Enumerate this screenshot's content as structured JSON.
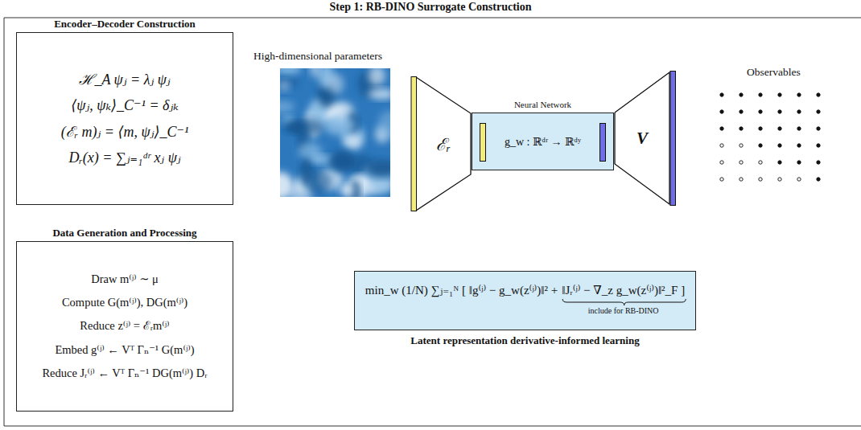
{
  "diagram": {
    "title": "Step 1: RB-DINO Surrogate Construction",
    "nodes": [
      {
        "text": [
          "Encoder–Decoder Construction",
          "ℋ_A ψⱼ = λⱼ ψⱼ",
          "⟨ψⱼ, ψₖ⟩_C⁻¹ = δⱼₖ",
          "(ℰᵣ m)ⱼ = ⟨m, ψⱼ⟩_C⁻¹",
          "Dᵣ(x) = ∑ⱼ₌₁ᵈʳ xⱼ ψⱼ"
        ]
      },
      {
        "text": [
          "Data Generation and Processing",
          "Draw m⁽ʲ⁾ ∼ μ",
          "Compute G(m⁽ʲ⁾), DG(m⁽ʲ⁾)",
          "Reduce z⁽ʲ⁾ = ℰᵣm⁽ʲ⁾",
          "Embed g⁽ʲ⁾ ← Vᵀ Γₙ⁻¹ G(m⁽ʲ⁾)",
          "Reduce Jᵣ⁽ʲ⁾ ← Vᵀ Γₙ⁻¹ DG(m⁽ʲ⁾) Dᵣ"
        ]
      },
      {
        "text": [
          "ℰᵣ"
        ]
      },
      {
        "text": [
          "Neural Network",
          "g_w : ℝᵈʳ → ℝᵈʸ"
        ]
      },
      {
        "text": [
          "V"
        ]
      },
      {
        "text": [
          "min_w (1/N) ∑ⱼ₌₁ᴺ [ ‖g⁽ʲ⁾ − g_w(z⁽ʲ⁾)‖² +",
          "‖Jᵣ⁽ʲ⁾ − ∇_z g_w(z⁽ʲ⁾)‖²_F ]",
          "include for RB-DINO",
          "Latent representation derivative-informed learning"
        ]
      }
    ],
    "labels": [
      "High-dimensional parameters",
      "Observables"
    ]
  }
}
